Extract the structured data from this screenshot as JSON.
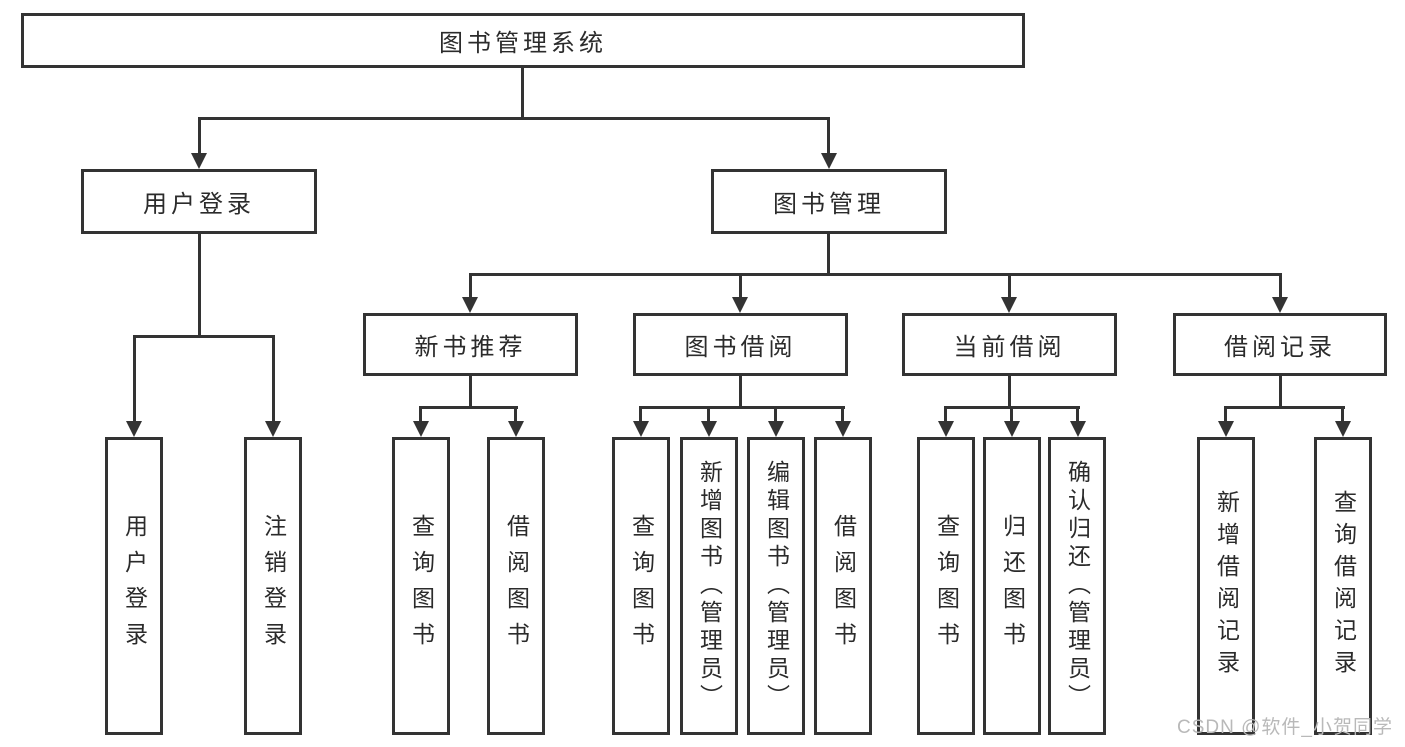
{
  "nodes": {
    "root": "图书管理系统",
    "level2": [
      "用户登录",
      "图书管理"
    ],
    "level3": [
      "新书推荐",
      "图书借阅",
      "当前借阅",
      "借阅记录"
    ],
    "leaves": [
      "用户登录",
      "注销登录",
      "查询图书",
      "借阅图书",
      "查询图书",
      "新增图书（管理员）",
      "编辑图书（管理员）",
      "借阅图书",
      "查询图书",
      "归还图书",
      "确认归还（管理员）",
      "新增借阅记录",
      "查询借阅记录"
    ]
  },
  "hierarchy": {
    "图书管理系统": {
      "用户登录": [
        "用户登录",
        "注销登录"
      ],
      "图书管理": {
        "新书推荐": [
          "查询图书",
          "借阅图书"
        ],
        "图书借阅": [
          "查询图书",
          "新增图书（管理员）",
          "编辑图书（管理员）",
          "借阅图书"
        ],
        "当前借阅": [
          "查询图书",
          "归还图书",
          "确认归还（管理员）"
        ],
        "借阅记录": [
          "新增借阅记录",
          "查询借阅记录"
        ]
      }
    }
  },
  "watermark": {
    "text": "CSDN @软件_小贺同学"
  },
  "colors": {
    "line": "#333333",
    "text": "#2b2b2b",
    "background": "#ffffff",
    "watermark": "#b9b9b9"
  }
}
